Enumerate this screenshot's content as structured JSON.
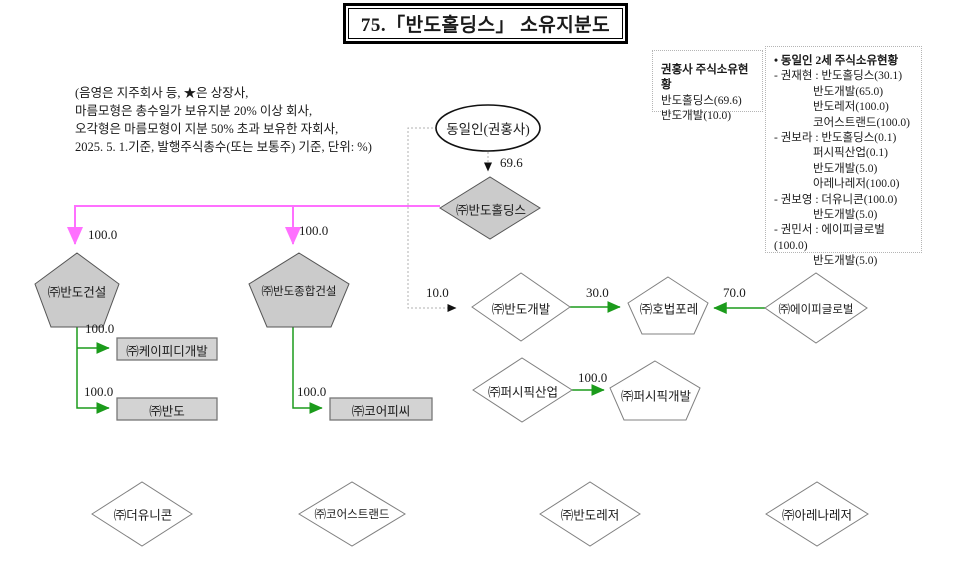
{
  "title": "75.「반도홀딩스」 소유지분도",
  "notes": {
    "line1": "(음영은 지주회사 등, ★은 상장사,",
    "line2": "마름모형은 총수일가 보유지분 20% 이상 회사,",
    "line3": "오각형은 마름모형이 지분 50% 초과 보유한 자회사,",
    "line4": "2025. 5. 1.기준, 발행주식총수(또는 보통주) 기준, 단위: %)"
  },
  "owner_box": {
    "title": "권홍사 주식소유현황",
    "lines": [
      "반도홀딩스(69.6)",
      "반도개발(10.0)"
    ]
  },
  "family_box": {
    "title": "• 동일인 2세 주식소유현황",
    "lines": [
      "- 권재현 : 반도홀딩스(30.1)",
      "반도개발(65.0)",
      "반도레저(100.0)",
      "코어스트랜드(100.0)",
      "- 권보라 : 반도홀딩스(0.1)",
      "퍼시픽산업(0.1)",
      "반도개발(5.0)",
      "아레나레저(100.0)",
      "- 권보영 : 더유니콘(100.0)",
      "반도개발(5.0)",
      "- 권민서 : 에이피글로벌(100.0)",
      "반도개발(5.0)"
    ]
  },
  "nodes": {
    "owner": "동일인(권홍사)",
    "bando_holdings": "㈜반도홀딩스",
    "bando_construction": "㈜반도건설",
    "bando_general_construction": "㈜반도종합건설",
    "kpd_development": "㈜케이피디개발",
    "bando": "㈜반도",
    "core_pc": "㈜코어피씨",
    "bando_development": "㈜반도개발",
    "hobeop_fore": "㈜호법포레",
    "api_global": "㈜에이피글로벌",
    "pacific_industry": "㈜퍼시픽산업",
    "pacific_development": "㈜퍼시픽개발",
    "the_unicorn": "㈜더유니콘",
    "core_strand": "㈜코어스트랜드",
    "bando_leisure": "㈜반도레저",
    "arena_leisure": "㈜아레나레저"
  },
  "edges": {
    "owner_to_holdings": "69.6",
    "owner_to_development": "10.0",
    "holdings_to_construction": "100.0",
    "holdings_to_general": "100.0",
    "construction_to_kpd": "100.0",
    "construction_to_bando": "100.0",
    "general_to_corepc": "100.0",
    "development_to_hobeop": "30.0",
    "apiglobal_to_hobeop": "70.0",
    "pacific_to_pacificdev": "100.0"
  },
  "colors": {
    "shaded_fill": "#cbcbcb",
    "magenta_line": "#ff70ff",
    "green_line": "#1b9b1b",
    "gray_dotted_line": "#b0b0b0"
  }
}
